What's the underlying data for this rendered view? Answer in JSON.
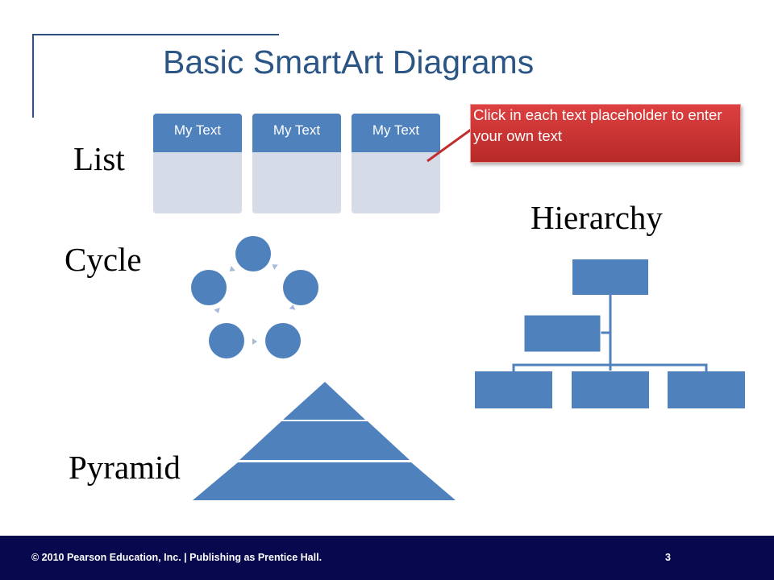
{
  "slide": {
    "title": "Basic SmartArt Diagrams"
  },
  "labels": {
    "list": "List",
    "cycle": "Cycle",
    "hierarchy": "Hierarchy",
    "pyramid": "Pyramid"
  },
  "list_diagram": {
    "items": [
      {
        "text": "My Text"
      },
      {
        "text": "My Text"
      },
      {
        "text": "My Text"
      }
    ]
  },
  "callout": {
    "text": "Click in each text placeholder to enter your own text"
  },
  "colors": {
    "accent": "#4f81bd",
    "title": "#2a5585",
    "callout": "#c0302e",
    "footer": "#08084f",
    "list_body": "#d5dbe7"
  },
  "footer": {
    "copyright": "© 2010 Pearson Education, Inc. | Publishing as Prentice Hall.",
    "page_number": "3"
  }
}
